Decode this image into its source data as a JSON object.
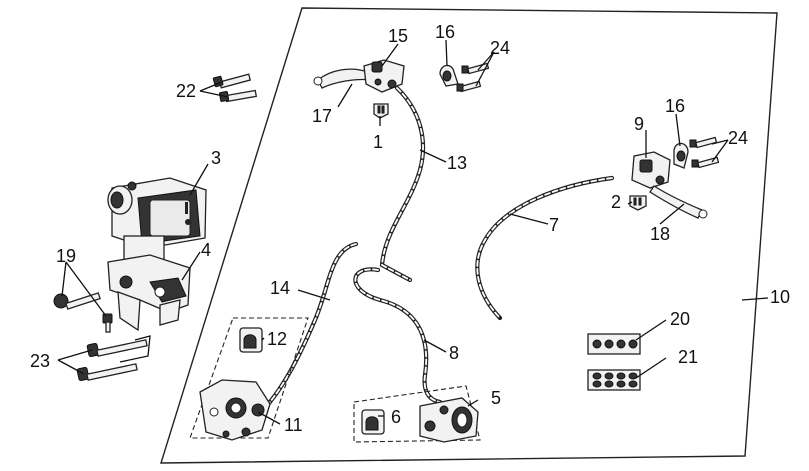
{
  "diagram": {
    "callouts": [
      "1",
      "2",
      "3",
      "4",
      "5",
      "6",
      "7",
      "8",
      "9",
      "10",
      "11",
      "12",
      "13",
      "14",
      "15",
      "16",
      "16",
      "17",
      "18",
      "19",
      "20",
      "21",
      "22",
      "23",
      "24",
      "24"
    ]
  }
}
